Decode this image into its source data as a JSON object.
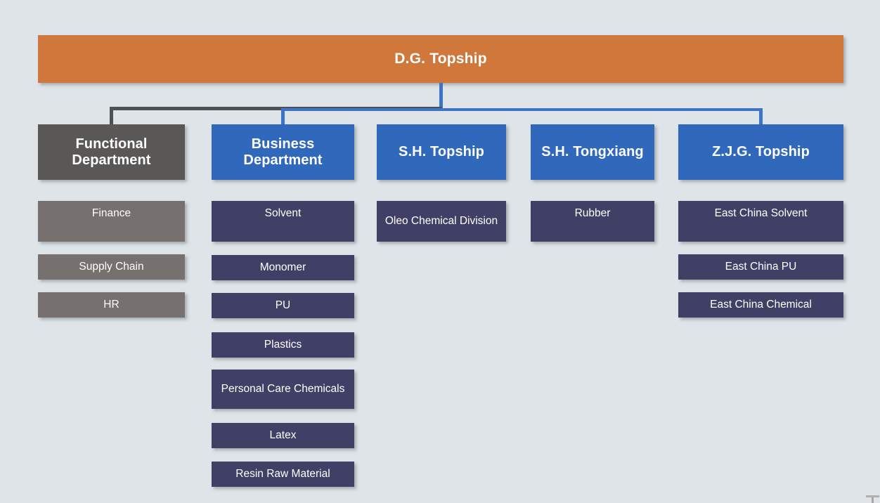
{
  "chart_data": {
    "type": "diagram",
    "title": "D.G. Topship",
    "root": {
      "label": "D.G. Topship",
      "color": "#d0773b"
    },
    "branches": [
      {
        "label": "Functional Department",
        "color": "#595857",
        "connector_color": "#4f5052",
        "children": [
          {
            "label": "Finance"
          },
          {
            "label": "Supply Chain"
          },
          {
            "label": "HR"
          }
        ]
      },
      {
        "label": "Business Department",
        "color": "#3069bc",
        "connector_color": "#3d74c8",
        "children": [
          {
            "label": "Solvent"
          },
          {
            "label": "Monomer"
          },
          {
            "label": "PU"
          },
          {
            "label": "Plastics"
          },
          {
            "label": "Personal Care Chemicals"
          },
          {
            "label": "Latex"
          },
          {
            "label": "Resin Raw Material"
          }
        ]
      },
      {
        "label": "S.H. Topship",
        "color": "#3069bc",
        "connector_color": "#3d74c8",
        "children": [
          {
            "label": "Oleo Chemical  Division"
          }
        ]
      },
      {
        "label": "S.H. Tongxiang",
        "color": "#3069bc",
        "connector_color": "#3d74c8",
        "children": [
          {
            "label": "Rubber"
          }
        ]
      },
      {
        "label": "Z.J.G. Topship",
        "color": "#3069bc",
        "connector_color": "#3d74c8",
        "children": [
          {
            "label": "East China Solvent"
          },
          {
            "label": "East China PU"
          },
          {
            "label": "East China Chemical"
          }
        ]
      }
    ],
    "colors": {
      "background": "#dee4e7",
      "root_fill": "#d0773b",
      "header_gray": "#595857",
      "header_blue": "#3069bc",
      "child_gray": "#76706e",
      "child_navy": "#403f66",
      "connector_dark": "#4f5052",
      "connector_blue": "#3d74c8",
      "text": "#ffffff"
    }
  },
  "root": {
    "label": "D.G. Topship"
  },
  "col1": {
    "header": "Functional Department",
    "c0": "Finance",
    "c1": "Supply Chain",
    "c2": "HR"
  },
  "col2": {
    "header": "Business Department",
    "c0": "Solvent",
    "c1": "Monomer",
    "c2": "PU",
    "c3": "Plastics",
    "c4": "Personal Care Chemicals",
    "c5": "Latex",
    "c6": "Resin Raw Material"
  },
  "col3": {
    "header": "S.H. Topship",
    "c0": "Oleo Chemical  Division"
  },
  "col4": {
    "header": "S.H. Tongxiang",
    "c0": "Rubber"
  },
  "col5": {
    "header": "Z.J.G. Topship",
    "c0": "East China Solvent",
    "c1": "East China PU",
    "c2": "East China Chemical"
  }
}
